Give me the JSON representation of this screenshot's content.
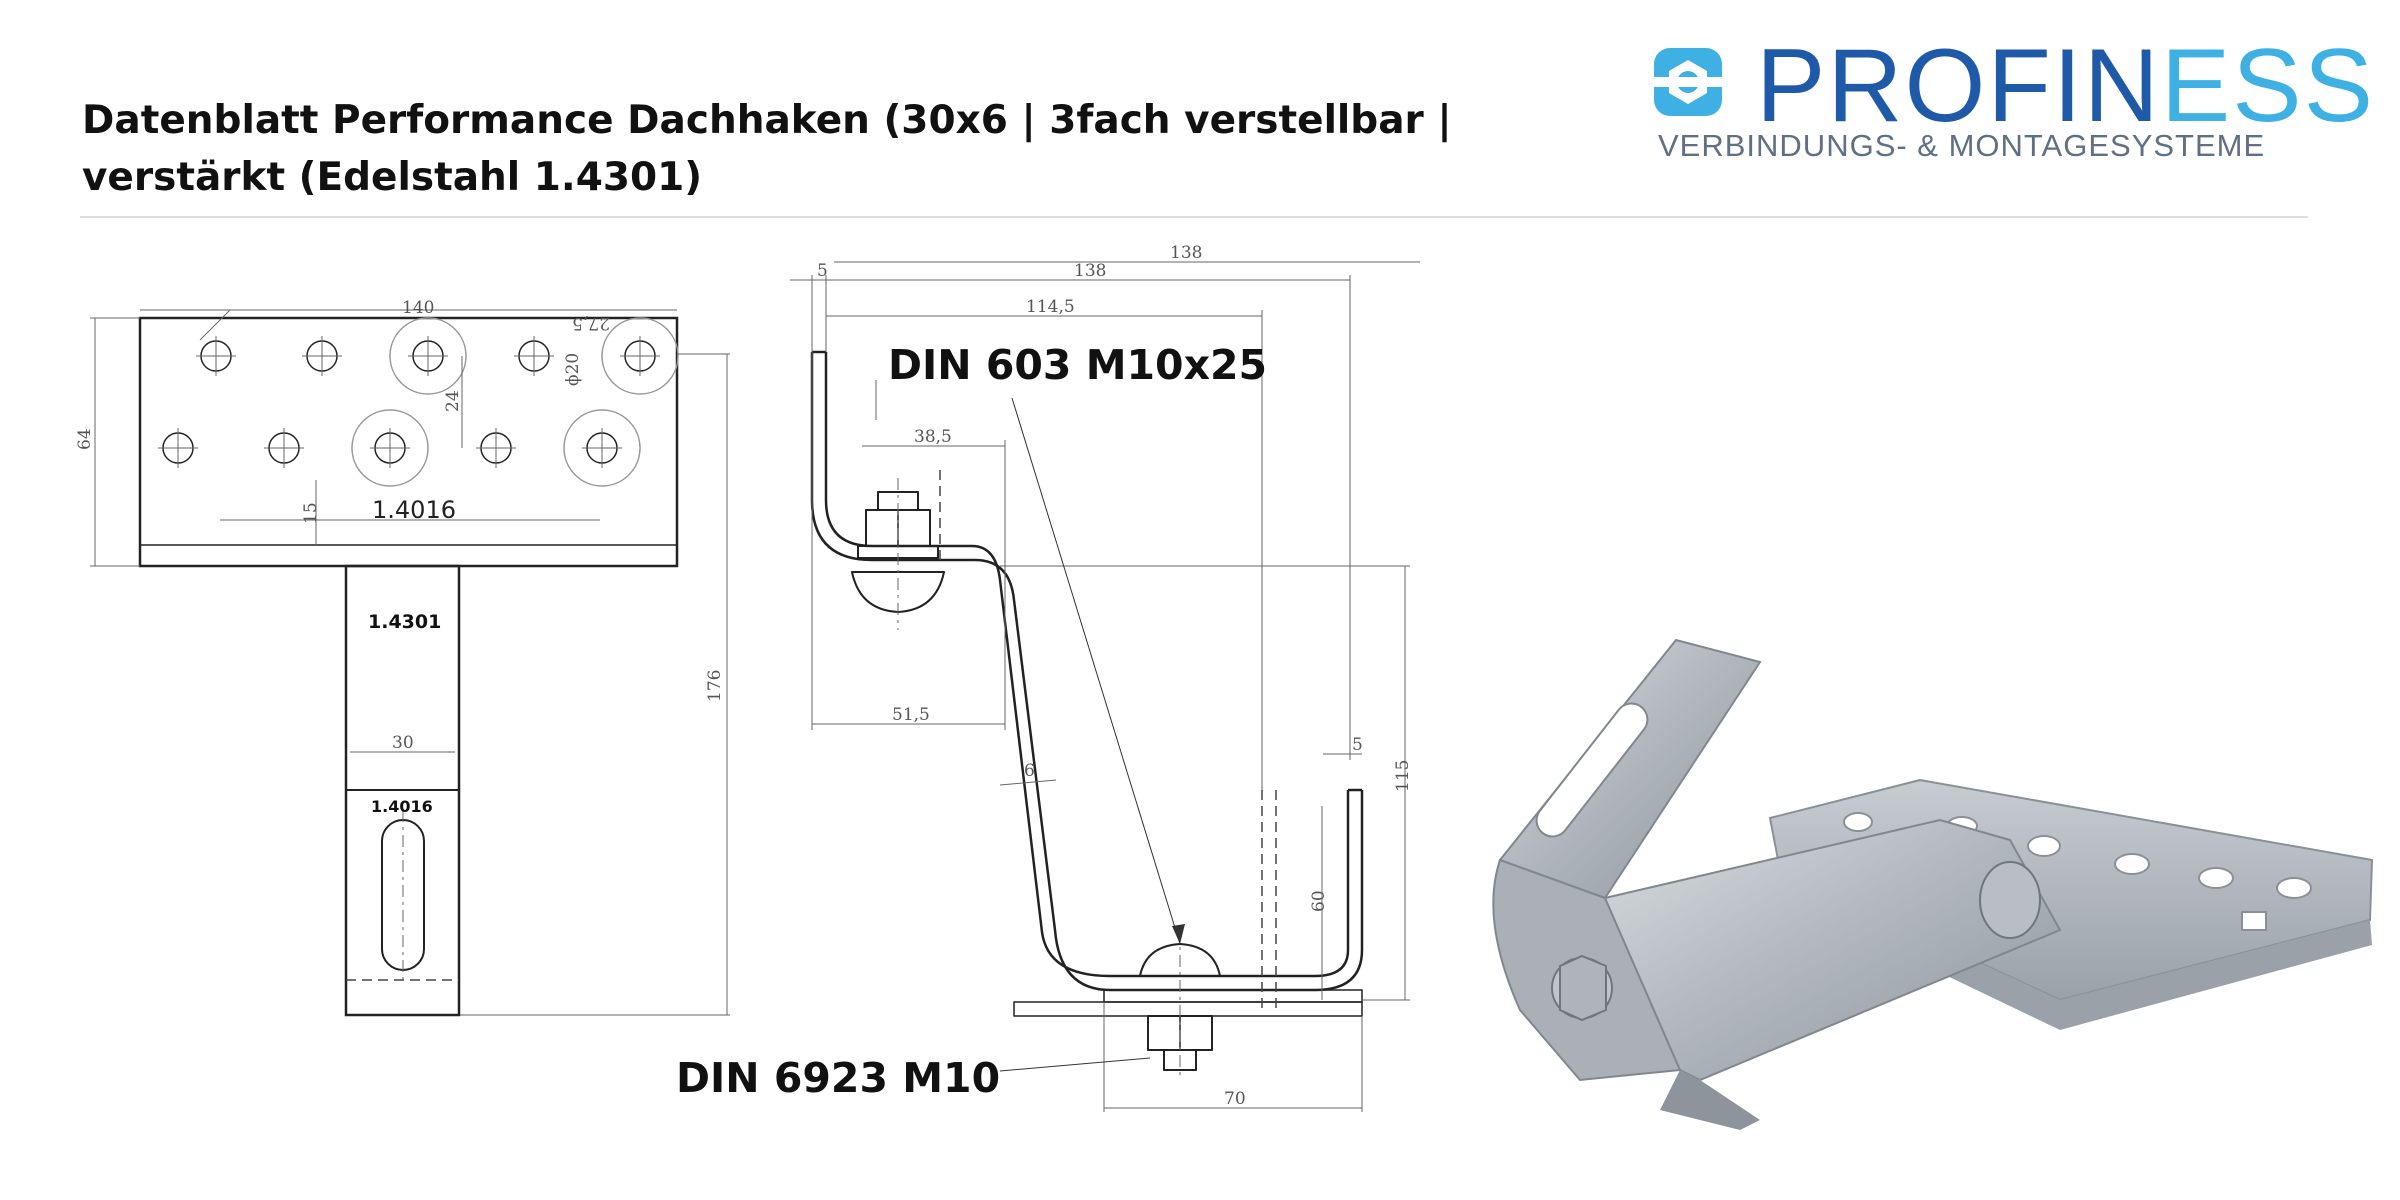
{
  "document": {
    "title_line1": "Datenblatt Performance Dachhaken (30x6 | 3fach verstellbar |",
    "title_line2": "verstärkt (Edelstahl 1.4301)"
  },
  "logo": {
    "word_part1": "PROFIN",
    "word_part2": "ESS",
    "tagline": "VERBINDUNGS- & MONTAGESYSTEME",
    "color_dark": "#1e5aa8",
    "color_light": "#3fb0e4",
    "icon": "screw-head-icon"
  },
  "front_view": {
    "dim_140": "140",
    "dim_27_5": "27,5",
    "dim_phi20": "ϕ20",
    "dim_24": "24",
    "dim_64": "64",
    "dim_15": "15",
    "material_base": "1.4016",
    "material_arm": "1.4301",
    "dim_30": "30",
    "material_slot": "1.4016",
    "dim_176": "176"
  },
  "side_view": {
    "dim_5_top": "5",
    "dim_138_a": "138",
    "dim_138_b": "138",
    "dim_114_5": "114,5",
    "dim_38_5": "38,5",
    "dim_51_5": "51,5",
    "dim_6": "6",
    "dim_5_right": "5",
    "dim_115": "115",
    "dim_60": "60",
    "dim_70": "70",
    "label_screw": "DIN 603 M10x25",
    "label_nut": "DIN 6923 M10"
  },
  "photo": {
    "icon": "roof-hook-photo-icon"
  }
}
